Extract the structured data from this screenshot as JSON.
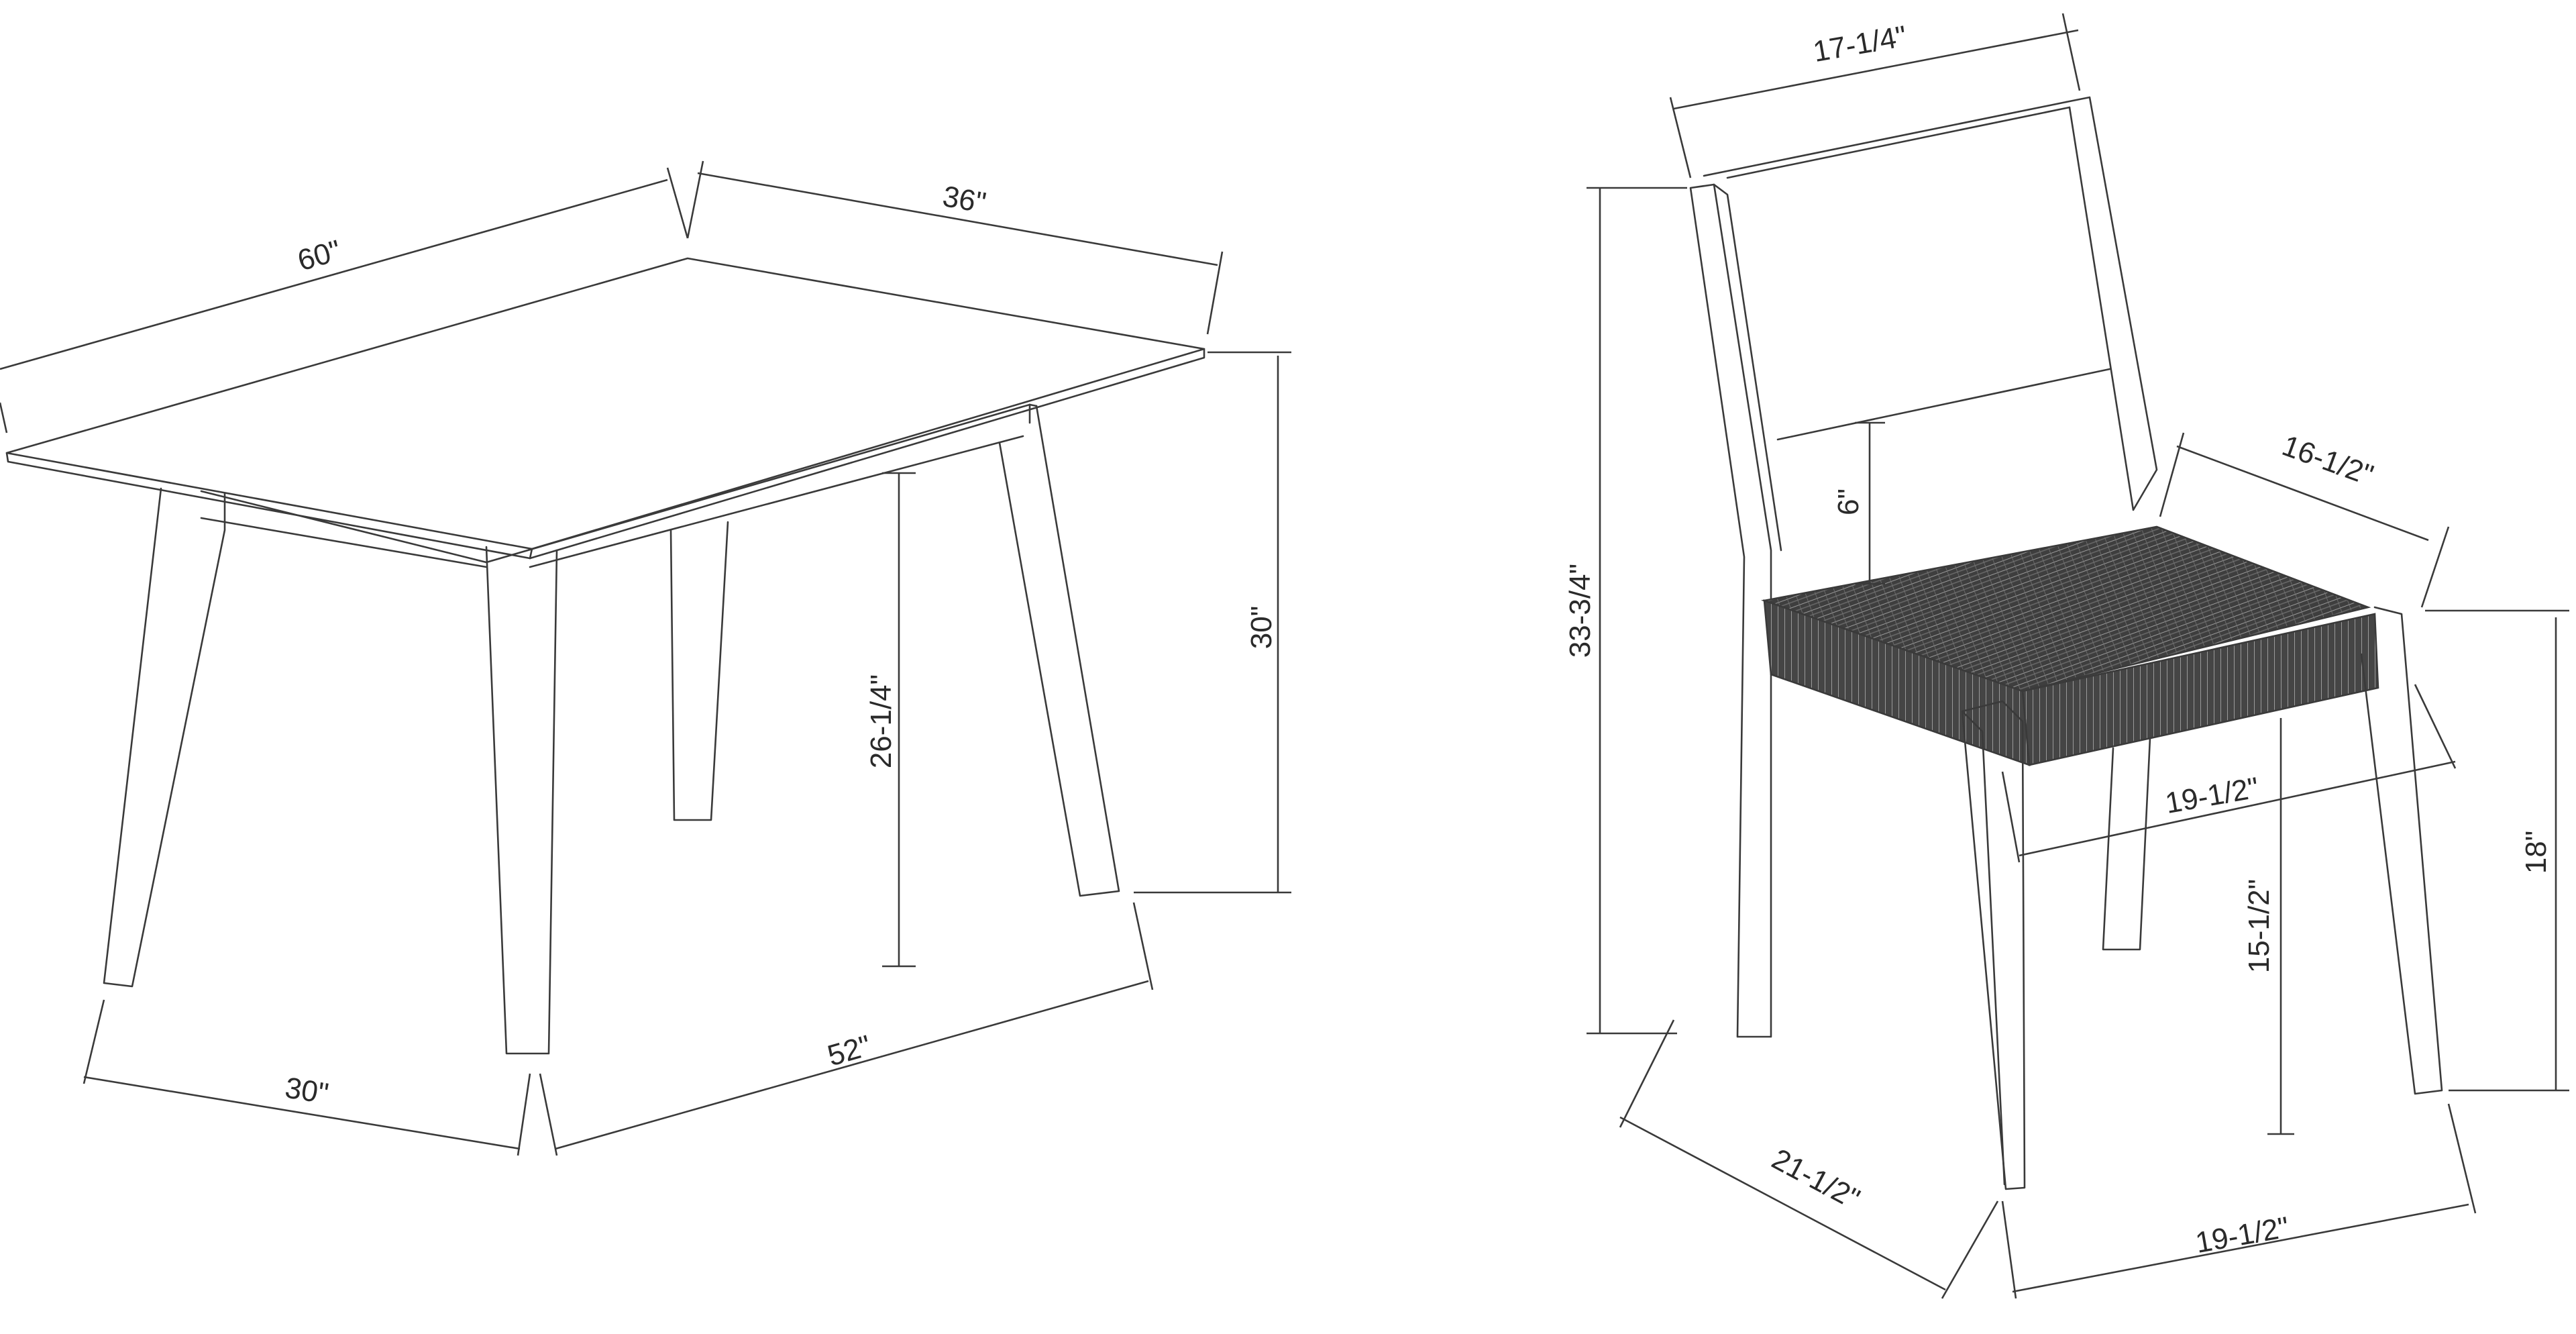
{
  "table": {
    "dimensions": {
      "length": "60\"",
      "width": "36\"",
      "height": "30\"",
      "leg_clearance": "26-1/4\"",
      "leg_span_short": "30\"",
      "leg_span_long": "52\""
    }
  },
  "chair": {
    "dimensions": {
      "back_width": "17-1/4\"",
      "total_height": "33-3/4\"",
      "back_gap": "6\"",
      "seat_depth": "16-1/2\"",
      "seat_width": "19-1/2\"",
      "seat_height": "18\"",
      "under_seat_height": "15-1/2\"",
      "footprint_depth": "21-1/2\"",
      "footprint_width": "19-1/2\""
    },
    "colors": {
      "seat_weave": "#3b3b3b",
      "wood_line": "#3a3a3a"
    }
  }
}
